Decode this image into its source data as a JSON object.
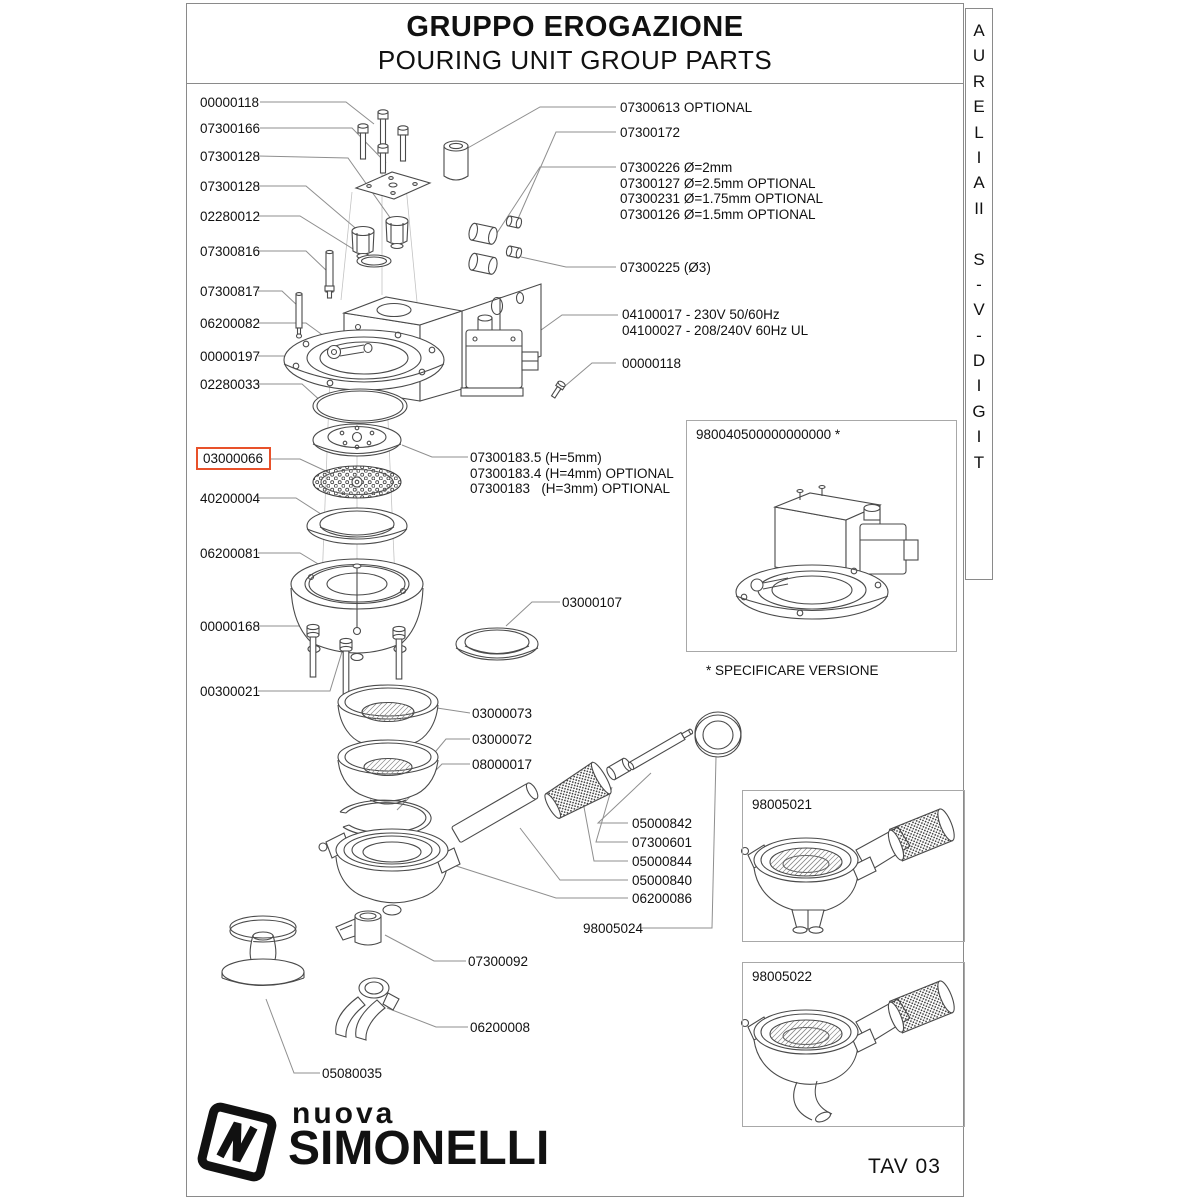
{
  "title": {
    "line1": "GRUPPO EROGAZIONE",
    "line2": "POURING UNIT GROUP PARTS"
  },
  "sidebar": {
    "model_text": "AURELIA II S-V-DIGIT",
    "chars": [
      "A",
      "U",
      "R",
      "E",
      "L",
      "I",
      "A",
      "II",
      "",
      "S",
      "-",
      "V",
      "-",
      "D",
      "I",
      "G",
      "I",
      "T"
    ]
  },
  "left": [
    "00000118",
    "07300166",
    "07300128",
    "07300128",
    "02280012",
    "07300816",
    "07300817",
    "06200082",
    "00000197",
    "02280033",
    "40200004",
    "06200081",
    "00000168",
    "00300021"
  ],
  "highlight": {
    "text": "03000066",
    "box_color": "#e8512a"
  },
  "right": {
    "optional_cap": "07300613 OPTIONAL",
    "l07300172": "07300172",
    "gicleur": [
      "07300226 Ø=2mm",
      "07300127 Ø=2.5mm OPTIONAL",
      "07300231 Ø=1.75mm OPTIONAL",
      "07300126 Ø=1.5mm OPTIONAL"
    ],
    "l07300225": "07300225 (Ø3)",
    "voltage": [
      "04100017 - 230V 50/60Hz",
      "04100027 - 208/240V 60Hz UL"
    ],
    "l00000118": "00000118"
  },
  "gaskets": [
    "07300183.5 (H=5mm)",
    "07300183.4 (H=4mm) OPTIONAL",
    "07300183   (H=3mm) OPTIONAL"
  ],
  "mid": {
    "ring": "03000107",
    "basket_double": "03000073",
    "basket_single": "03000072",
    "spring": "08000017"
  },
  "handle": [
    "05000842",
    "07300601",
    "05000844",
    "05000840",
    "06200086"
  ],
  "handle_assembly": "98005024",
  "bottom": {
    "clip": "07300092",
    "fork": "06200008",
    "tamper": "05080035"
  },
  "insets": {
    "assembly": {
      "code": "980040500000000000 *",
      "note": "* SPECIFICARE VERSIONE"
    },
    "pf1": {
      "code": "98005021"
    },
    "pf2": {
      "code": "98005022"
    }
  },
  "footer": {
    "logo_top": "nuova",
    "logo_main": "SIMONELLI",
    "tav": "TAV 03"
  },
  "colors": {
    "highlight": "#e8512a",
    "line": "#4a4a4a",
    "leader": "#8f8f8f",
    "frame": "#8a8a8a"
  }
}
